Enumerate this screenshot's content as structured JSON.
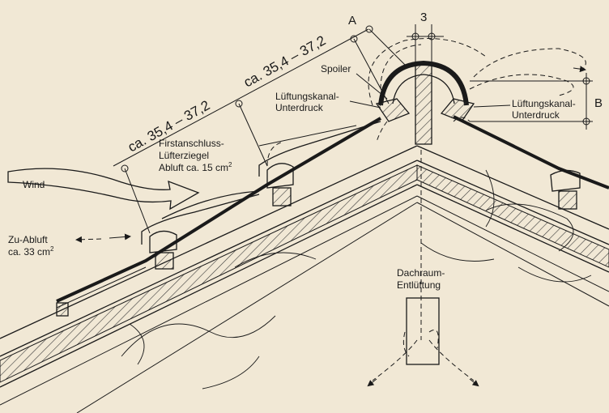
{
  "colors": {
    "background": "#f1e8d5",
    "line": "#1a1a1a",
    "hatch": "#3a3a3a"
  },
  "labels": {
    "wind": "Wind",
    "zu_abluft_line1": "Zu-Abluft",
    "zu_abluft_line2": "ca. 33 cm",
    "zu_abluft_sup": "2",
    "firstanschluss_line1": "Firstanschluss-",
    "firstanschluss_line2": "Lüfterziegel",
    "abluft_line3": "Abluft ca. 15 cm",
    "abluft_sup": "2",
    "spoiler": "Spoiler",
    "lueftungskanal_left_line1": "Lüftungskanal-",
    "lueftungskanal_left_line2": "Unterdruck",
    "lueftungskanal_right_line1": "Lüftungskanal-",
    "lueftungskanal_right_line2": "Unterdruck",
    "dachraum_line1": "Dachraum-",
    "dachraum_line2": "Entlüftung"
  },
  "dimensions": {
    "lower": "ca. 35,4 – 37,2",
    "upper": "ca. 35,4 – 37,2"
  },
  "markers": {
    "a": "A",
    "b": "B",
    "three": "3"
  }
}
